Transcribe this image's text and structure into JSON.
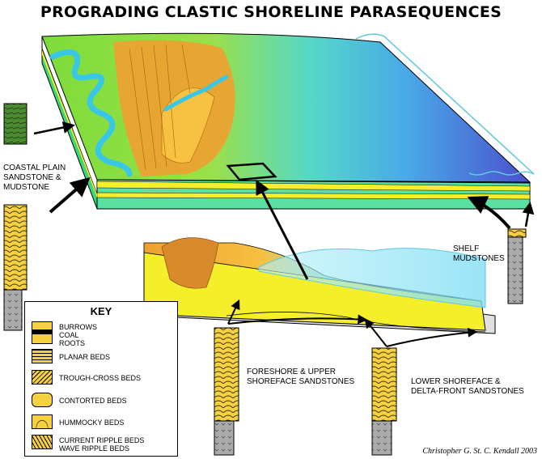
{
  "title": "PROGRADING CLASTIC SHORELINE PARASEQUENCES",
  "labels": {
    "coastal_plain": [
      "COASTAL PLAIN",
      "SANDSTONE &",
      "MUDSTONE"
    ],
    "shelf": [
      "SHELF",
      "MUDSTONES"
    ],
    "foreshore": [
      "FORESHORE & UPPER",
      "SHOREFACE SANDSTONES"
    ],
    "lower_shoreface": [
      "LOWER SHOREFACE &",
      "DELTA-FRONT SANDSTONES"
    ]
  },
  "key": {
    "title": "KEY",
    "items": [
      {
        "lines": [
          "BURROWS",
          "COAL",
          "ROOTS"
        ],
        "icon": "burrows-coal-roots-icon"
      },
      {
        "lines": [
          "PLANAR BEDS"
        ],
        "icon": "planar-beds-icon"
      },
      {
        "lines": [
          "TROUGH-CROSS BEDS"
        ],
        "icon": "trough-cross-beds-icon"
      },
      {
        "lines": [
          "CONTORTED BEDS"
        ],
        "icon": "contorted-beds-icon"
      },
      {
        "lines": [
          "HUMMOCKY BEDS"
        ],
        "icon": "hummocky-beds-icon"
      },
      {
        "lines": [
          "CURRENT RIPPLE BEDS",
          "WAVE RIPPLE BEDS"
        ],
        "icon": "ripple-beds-icon"
      }
    ]
  },
  "credit": "Christopher G. St. C. Kendall 2003",
  "colors": {
    "sand": "#f5ee2a",
    "coastal_green": "#6ad64a",
    "river": "#39c7e8",
    "shelf_blue": "#4a5ad0",
    "water": "#9fe7f5",
    "orange": "#f0a030"
  }
}
